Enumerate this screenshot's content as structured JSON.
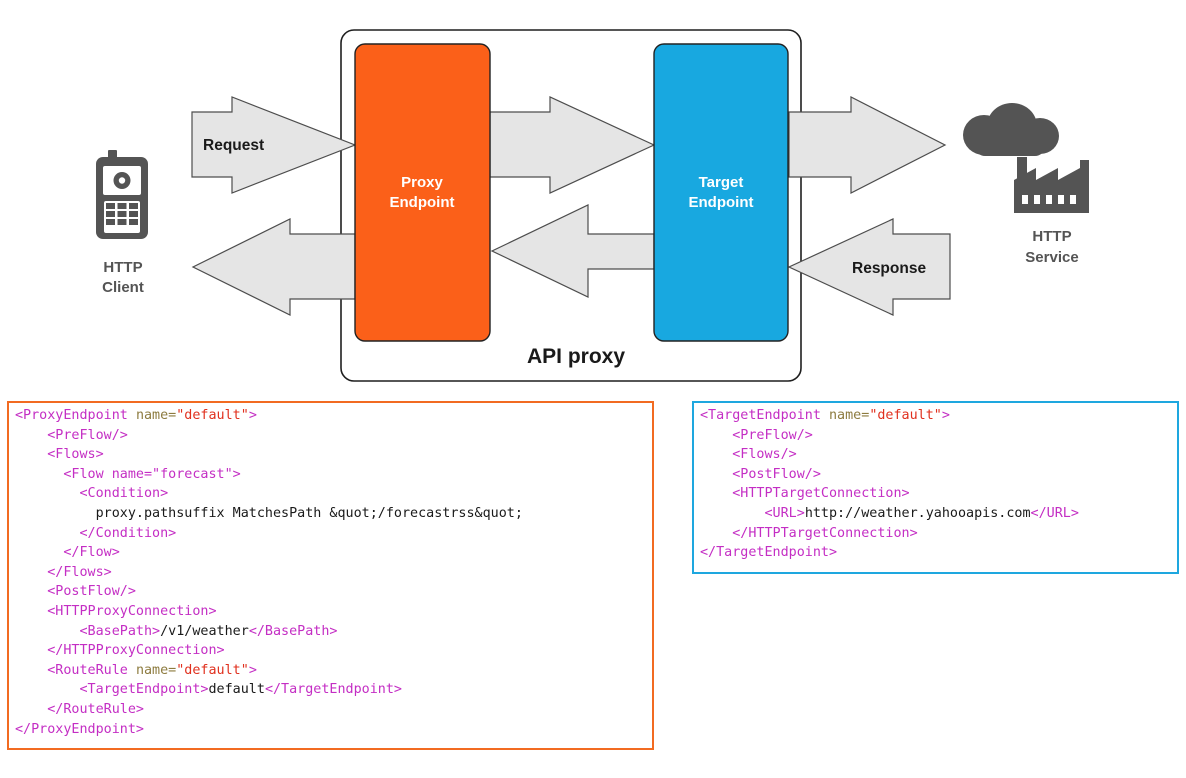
{
  "labels": {
    "request": "Request",
    "response": "Response",
    "proxy_endpoint": [
      "Proxy",
      "Endpoint"
    ],
    "target_endpoint": [
      "Target",
      "Endpoint"
    ],
    "http_client": [
      "HTTP",
      "Client"
    ],
    "http_service": [
      "HTTP",
      "Service"
    ],
    "api_proxy": "API proxy"
  },
  "colors": {
    "proxy_endpoint": "#fb6019",
    "target_endpoint": "#18a8e0",
    "arrow_fill": "#e5e5e5",
    "icon": "#545454",
    "proxy_code_border": "#f26b21",
    "target_code_border": "#1ea7df"
  },
  "icons": {
    "client": "mobile-phone-icon",
    "service_cloud": "cloud-icon",
    "service_building": "factory-icon"
  },
  "proxy_code": [
    {
      "indent": 0,
      "tokens": [
        {
          "k": "t",
          "s": "<ProxyEndpoint "
        },
        {
          "k": "a",
          "s": "name="
        },
        {
          "k": "v",
          "s": "\"default\""
        },
        {
          "k": "t",
          "s": ">"
        }
      ]
    },
    {
      "indent": 4,
      "tokens": [
        {
          "k": "t",
          "s": "<PreFlow/>"
        }
      ]
    },
    {
      "indent": 4,
      "tokens": [
        {
          "k": "t",
          "s": "<Flows>"
        }
      ]
    },
    {
      "indent": 6,
      "tokens": [
        {
          "k": "t",
          "s": "<Flow name=\"forecast\">"
        }
      ]
    },
    {
      "indent": 8,
      "tokens": [
        {
          "k": "t",
          "s": "<Condition>"
        }
      ]
    },
    {
      "indent": 10,
      "tokens": [
        {
          "k": "x",
          "s": "proxy.pathsuffix MatchesPath &quot;/forecastrss&quot;"
        }
      ]
    },
    {
      "indent": 8,
      "tokens": [
        {
          "k": "t",
          "s": "</Condition>"
        }
      ]
    },
    {
      "indent": 6,
      "tokens": [
        {
          "k": "t",
          "s": "</Flow>"
        }
      ]
    },
    {
      "indent": 4,
      "tokens": [
        {
          "k": "t",
          "s": "</Flows>"
        }
      ]
    },
    {
      "indent": 4,
      "tokens": [
        {
          "k": "t",
          "s": "<PostFlow/>"
        }
      ]
    },
    {
      "indent": 4,
      "tokens": [
        {
          "k": "t",
          "s": "<HTTPProxyConnection>"
        }
      ]
    },
    {
      "indent": 8,
      "tokens": [
        {
          "k": "t",
          "s": "<BasePath>"
        },
        {
          "k": "x",
          "s": "/v1/weather"
        },
        {
          "k": "t",
          "s": "</BasePath>"
        }
      ]
    },
    {
      "indent": 4,
      "tokens": [
        {
          "k": "t",
          "s": "</HTTPProxyConnection>"
        }
      ]
    },
    {
      "indent": 4,
      "tokens": [
        {
          "k": "t",
          "s": "<RouteRule "
        },
        {
          "k": "a",
          "s": "name="
        },
        {
          "k": "v",
          "s": "\"default\""
        },
        {
          "k": "t",
          "s": ">"
        }
      ]
    },
    {
      "indent": 8,
      "tokens": [
        {
          "k": "t",
          "s": "<TargetEndpoint>"
        },
        {
          "k": "x",
          "s": "default"
        },
        {
          "k": "t",
          "s": "</TargetEndpoint>"
        }
      ]
    },
    {
      "indent": 4,
      "tokens": [
        {
          "k": "t",
          "s": "</RouteRule>"
        }
      ]
    },
    {
      "indent": 0,
      "tokens": [
        {
          "k": "t",
          "s": "</ProxyEndpoint>"
        }
      ]
    }
  ],
  "target_code": [
    {
      "indent": 0,
      "tokens": [
        {
          "k": "t",
          "s": "<TargetEndpoint "
        },
        {
          "k": "a",
          "s": "name="
        },
        {
          "k": "v",
          "s": "\"default\""
        },
        {
          "k": "t",
          "s": ">"
        }
      ]
    },
    {
      "indent": 4,
      "tokens": [
        {
          "k": "t",
          "s": "<PreFlow/>"
        }
      ]
    },
    {
      "indent": 4,
      "tokens": [
        {
          "k": "t",
          "s": "<Flows/>"
        }
      ]
    },
    {
      "indent": 4,
      "tokens": [
        {
          "k": "t",
          "s": "<PostFlow/>"
        }
      ]
    },
    {
      "indent": 4,
      "tokens": [
        {
          "k": "t",
          "s": "<HTTPTargetConnection>"
        }
      ]
    },
    {
      "indent": 8,
      "tokens": [
        {
          "k": "t",
          "s": "<URL>"
        },
        {
          "k": "x",
          "s": "http://weather.yahooapis.com"
        },
        {
          "k": "t",
          "s": "</URL>"
        }
      ]
    },
    {
      "indent": 4,
      "tokens": [
        {
          "k": "t",
          "s": "</HTTPTargetConnection>"
        }
      ]
    },
    {
      "indent": 0,
      "tokens": [
        {
          "k": "t",
          "s": "</TargetEndpoint>"
        }
      ]
    }
  ]
}
